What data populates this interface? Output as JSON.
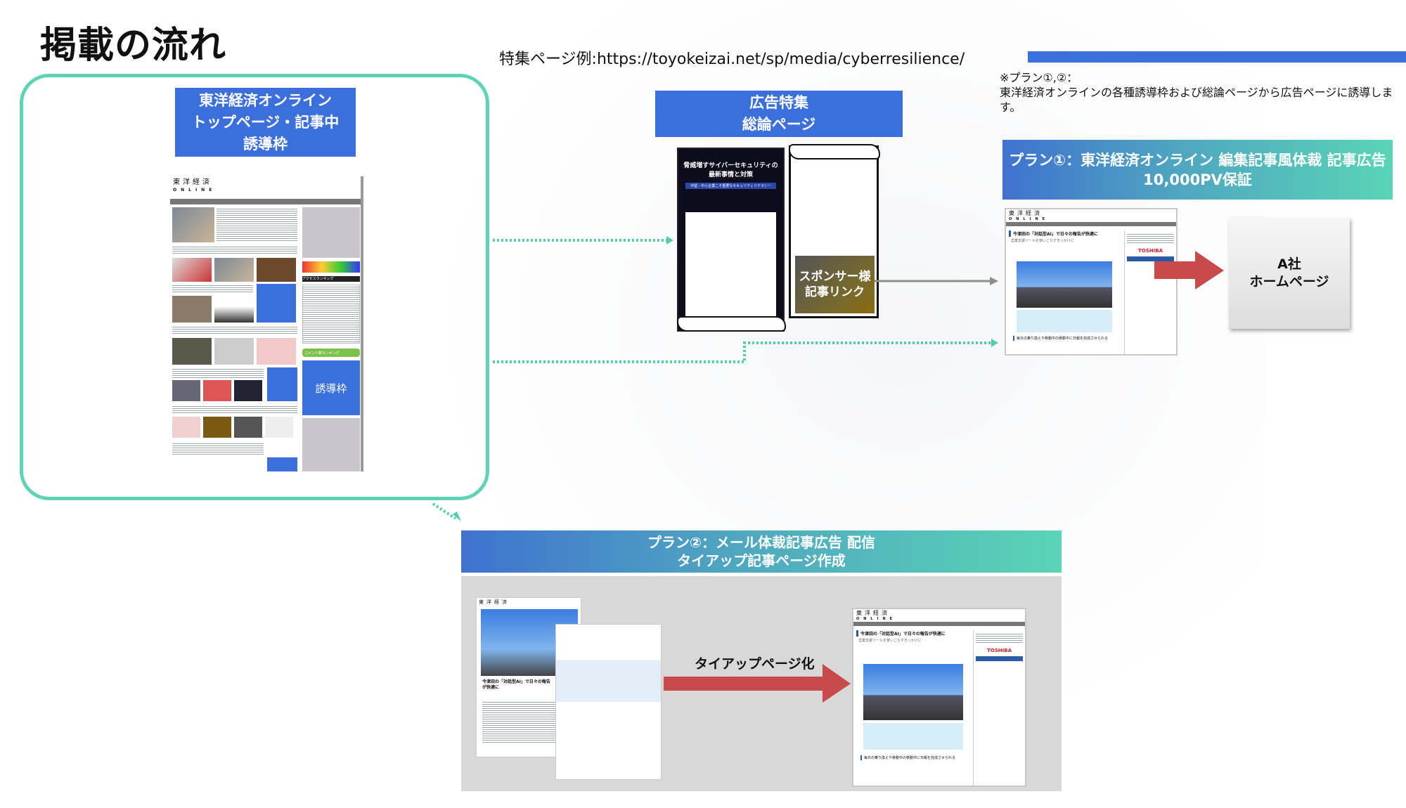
{
  "title": "掲載の流れ",
  "url_text": "特集ページ例:https://toyokeizai.net/sp/media/cyberresilience/",
  "note": {
    "line1": "※プラン①,②：",
    "line2": "東洋経済オンラインの各種誘導枠および総論ページから広告ページに誘導します。"
  },
  "left_label": [
    "東洋経済オンライン",
    "トップページ・記事中",
    "誘導枠"
  ],
  "home_mock": {
    "logo": "東洋経済",
    "logo_sub": "ONLINE",
    "yudo_label": "誘導枠",
    "ranking_label": "アクセスランキング",
    "comment_ranking": "コメント数ランキング"
  },
  "center_label": [
    "広告特集",
    "総論ページ"
  ],
  "magazine": {
    "headline1": "脅威増すサイバーセキュリティの",
    "headline2": "最新事情と対策",
    "subhead": "中堅・中小企業こそ重要なセキュリティリテラシー"
  },
  "sponsor_link": [
    "スポンサー様",
    "記事リンク"
  ],
  "plan1": {
    "line1": "プラン①：東洋経済オンライン 編集記事風体裁 記事広告",
    "line2": "10,000PV保証"
  },
  "article_mock": {
    "logo": "東洋経済",
    "logo_sub": "ONLINE",
    "title": "今津田の「対話型AI」で日々の報告が快適に",
    "subtitle": "営業支援ツールを使いこなすきっかけに",
    "sponsor": "TOSHIBA",
    "section": "毎日の乗り換えや移動中の移動中に日報を完成させられる"
  },
  "a_home": [
    "A社",
    "ホームページ"
  ],
  "plan2": {
    "line1": "プラン②：メール体裁記事広告 配信",
    "line2": "タイアップ記事ページ作成"
  },
  "tieup_label": "タイアップページ化",
  "colors": {
    "blue": "#3a6fdc",
    "green_frame": "#5fd3b5",
    "red_arrow": "#c94a4a",
    "gray_area": "#d8d8d8"
  }
}
